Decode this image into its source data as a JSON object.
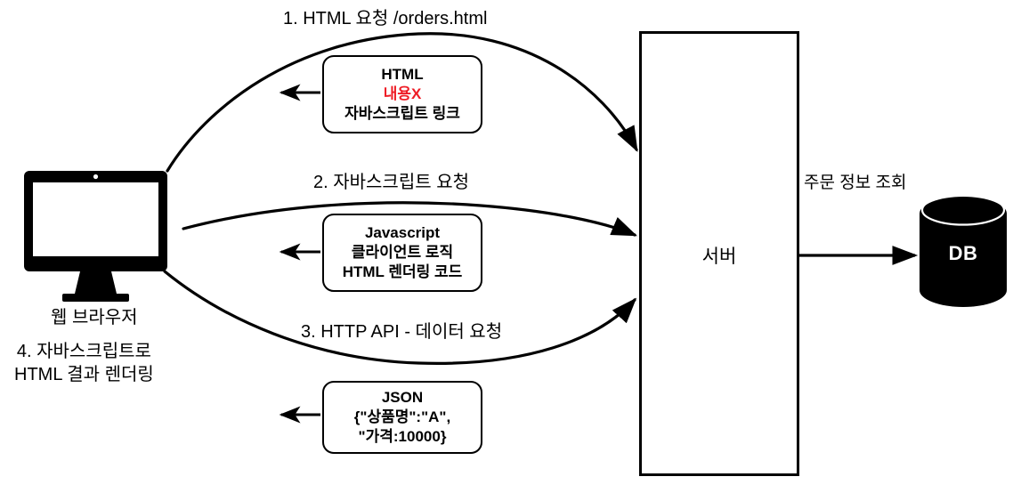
{
  "diagram": {
    "title_visible": false,
    "colors": {
      "stroke": "#000000",
      "background": "#ffffff",
      "accent_red": "#ee1c25",
      "db_fill": "#000000",
      "db_text": "#ffffff"
    },
    "steps": [
      {
        "id": "step1",
        "label": "1. HTML 요청 /orders.html"
      },
      {
        "id": "step2",
        "label": "2. 자바스크립트 요청"
      },
      {
        "id": "step3",
        "label": "3. HTTP API -  데이터 요청"
      }
    ],
    "client": {
      "icon": "desktop-monitor-icon",
      "label": "웹 브라우저",
      "note_line1": "4. 자바스크립트로",
      "note_line2": "HTML 결과 렌더링"
    },
    "server": {
      "label": "서버"
    },
    "database": {
      "label": "DB",
      "query_label": "주문 정보 조회"
    },
    "payload_boxes": [
      {
        "id": "html",
        "lines": [
          {
            "text": "HTML",
            "color": "#000000"
          },
          {
            "text": "내용X",
            "color": "#ee1c25"
          },
          {
            "text": "자바스크립트 링크",
            "color": "#000000"
          }
        ]
      },
      {
        "id": "javascript",
        "lines": [
          {
            "text": "Javascript",
            "color": "#000000"
          },
          {
            "text": "클라이언트 로직",
            "color": "#000000"
          },
          {
            "text": "HTML 렌더링 코드",
            "color": "#000000"
          }
        ]
      },
      {
        "id": "json",
        "lines": [
          {
            "text": "JSON",
            "color": "#000000"
          },
          {
            "text": "{\"상품명\":\"A\",",
            "color": "#000000"
          },
          {
            "text": "\"가격:10000}",
            "color": "#000000"
          }
        ]
      }
    ]
  }
}
